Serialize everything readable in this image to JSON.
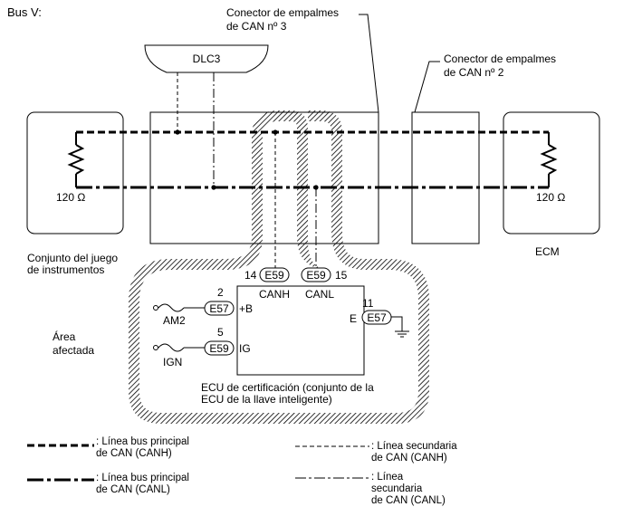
{
  "title": "Bus V:",
  "junction3": {
    "line1": "Conector de empalmes",
    "line2": "de CAN nº 3"
  },
  "junction2": {
    "line1": "Conector de empalmes",
    "line2": "de CAN nº 2"
  },
  "dlc": "DLC3",
  "resistor_left": "120 Ω",
  "resistor_right": "120 Ω",
  "meter": {
    "line1": "Conjunto del juego",
    "line2": "de instrumentos"
  },
  "ecm": "ECM",
  "affected_area": {
    "line1": "Área",
    "line2": "afectada"
  },
  "ecu": {
    "line1": "ECU de certificación (conjunto de la",
    "line2": "ECU de la llave inteligente)",
    "pins": {
      "canh": {
        "num": "14",
        "conn": "E59",
        "label": "CANH"
      },
      "canl": {
        "num": "15",
        "conn": "E59",
        "label": "CANL"
      },
      "b": {
        "num": "2",
        "conn": "E57",
        "label": "+B",
        "source": "AM2"
      },
      "ig": {
        "num": "5",
        "conn": "E59",
        "label": "IG",
        "source": "IGN"
      },
      "e": {
        "num": "11",
        "conn": "E57",
        "label": "E"
      }
    }
  },
  "legend": [
    {
      "line1": ": Línea bus principal",
      "line2": "de CAN (CANH)"
    },
    {
      "line1": ": Línea secundaria",
      "line2": "de CAN (CANH)"
    },
    {
      "line1": ": Línea bus principal",
      "line2": "de CAN (CANL)"
    },
    {
      "line1": ": Línea",
      "line2": "secundaria",
      "line3": "de CAN (CANL)"
    }
  ]
}
